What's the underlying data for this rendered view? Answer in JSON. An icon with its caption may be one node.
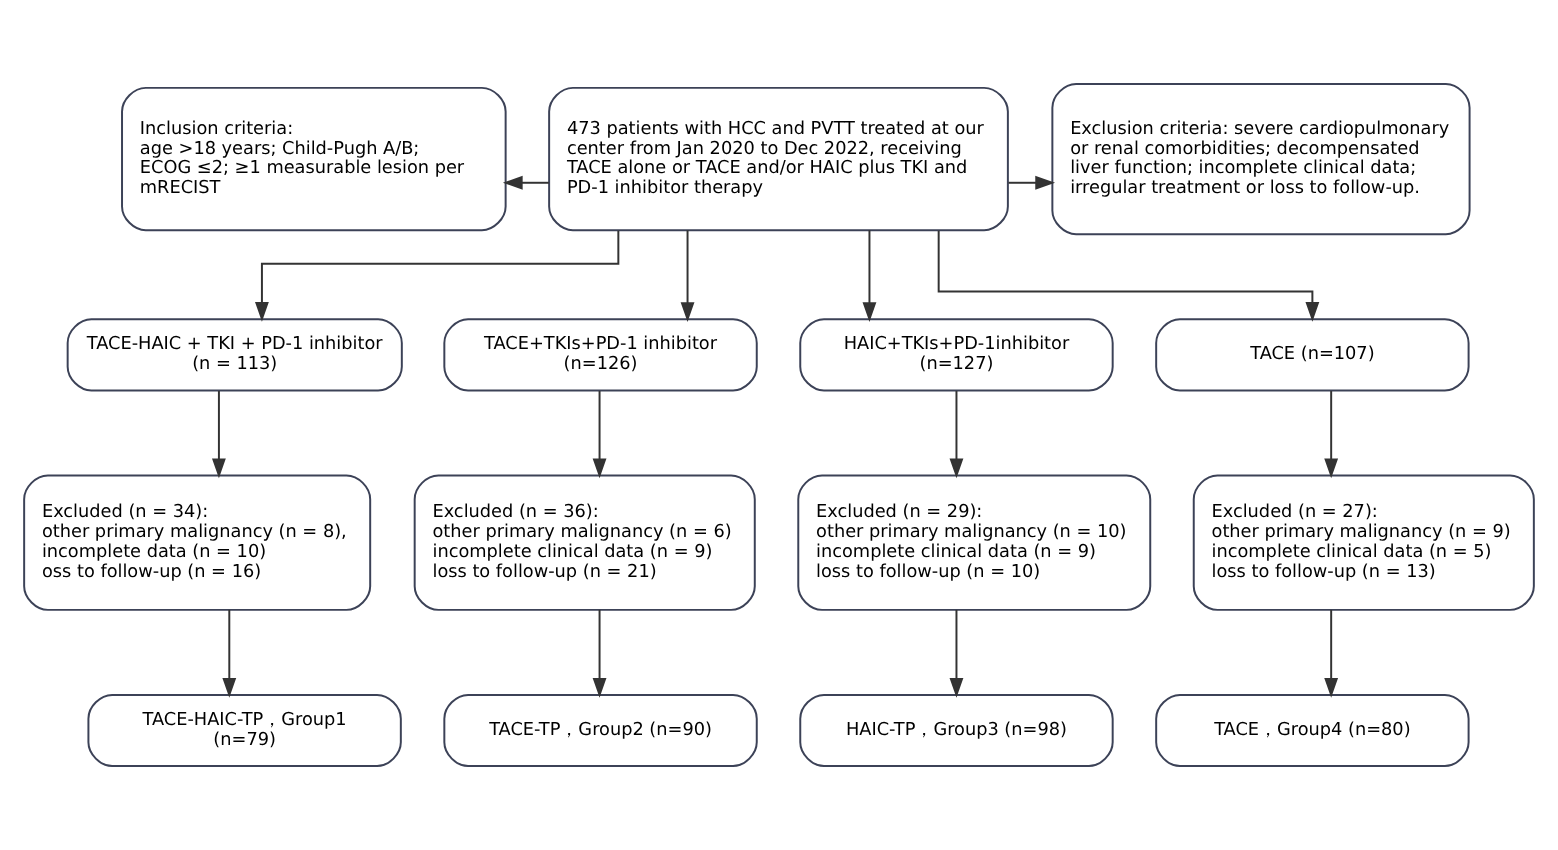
{
  "diagram": {
    "nodes": [
      {
        "text": [
          "Inclusion criteria:",
          "age >18 years; Child-Pugh A/B; ECOG ≤2; ≥1 measurable lesion per mRECIST"
        ]
      },
      {
        "text": [
          "473 patients with HCC and PVTT treated at our center from Jan 2020 to Dec 2022, receiving TACE alone or TACE and/or HAIC plus TKI and PD-1 inhibitor therapy"
        ]
      },
      {
        "text": [
          "Exclusion criteria: severe cardiopulmonary or renal comorbidities; decompensated liver function; incomplete clinical data; irregular treatment or loss to follow-up."
        ]
      },
      {
        "text": [
          "TACE-HAIC + TKI + PD-1 inhibitor (n = 113)"
        ]
      },
      {
        "text": [
          "TACE+TKIs+PD-1 inhibitor (n=126)"
        ]
      },
      {
        "text": [
          "HAIC+TKIs+PD-1inhibitor (n=127)"
        ]
      },
      {
        "text": [
          "TACE (n=107)"
        ]
      },
      {
        "text": [
          "Excluded (n = 34):",
          "other primary malignancy (n = 8),",
          "incomplete data (n = 10)",
          "oss to follow-up (n = 16)"
        ]
      },
      {
        "text": [
          "Excluded (n = 36):",
          "other primary malignancy (n = 6)",
          "incomplete clinical data (n = 9)",
          "loss to follow-up (n = 21)"
        ]
      },
      {
        "text": [
          "Excluded (n = 29):",
          "other primary malignancy (n = 10)",
          "incomplete clinical data (n = 9)",
          "loss to follow-up (n = 10)"
        ]
      },
      {
        "text": [
          "Excluded (n = 27):",
          "other primary malignancy (n = 9)",
          "incomplete clinical data (n = 5)",
          "loss to follow-up (n = 13)"
        ]
      },
      {
        "text": [
          "TACE-HAIC-TP，Group1 (n=79)"
        ]
      },
      {
        "text": [
          "TACE-TP，Group2 (n=90)"
        ]
      },
      {
        "text": [
          "HAIC-TP，Group3 (n=98)"
        ]
      },
      {
        "text": [
          "TACE，Group4 (n=80)"
        ]
      }
    ],
    "edges": [
      {
        "from": 1,
        "to": 0,
        "arrow": "to"
      },
      {
        "from": 1,
        "to": 2,
        "arrow": "to"
      },
      {
        "from": 1,
        "to": 3,
        "arrow": "to"
      },
      {
        "from": 1,
        "to": 4,
        "arrow": "to"
      },
      {
        "from": 1,
        "to": 5,
        "arrow": "to"
      },
      {
        "from": 1,
        "to": 6,
        "arrow": "to"
      },
      {
        "from": 3,
        "to": 7,
        "arrow": "to"
      },
      {
        "from": 4,
        "to": 8,
        "arrow": "to"
      },
      {
        "from": 5,
        "to": 9,
        "arrow": "to"
      },
      {
        "from": 6,
        "to": 10,
        "arrow": "to"
      },
      {
        "from": 7,
        "to": 11,
        "arrow": "to"
      },
      {
        "from": 8,
        "to": 12,
        "arrow": "to"
      },
      {
        "from": 9,
        "to": 13,
        "arrow": "to"
      },
      {
        "from": 10,
        "to": 14,
        "arrow": "to"
      }
    ]
  }
}
